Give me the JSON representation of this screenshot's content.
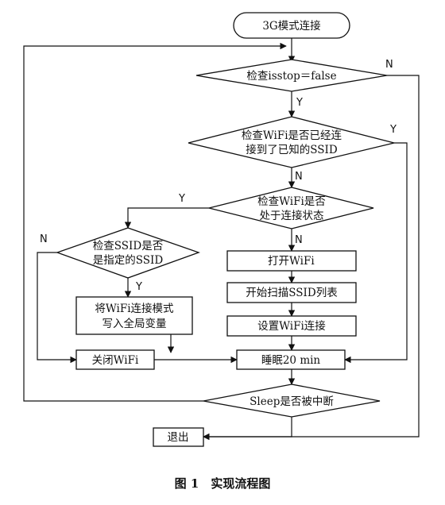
{
  "nodes": {
    "start": "3G模式连接",
    "check_isstop": "检查isstop＝false",
    "check_ssid_line1": "检查WiFi是否已经连",
    "check_ssid_line2": "接到了已知的SSID",
    "check_conn_line1": "检查WiFi是否",
    "check_conn_line2": "处于连接状态",
    "check_specified_line1": "检查SSID是否",
    "check_specified_line2": "是指定的SSID",
    "open_wifi": "打开WiFi",
    "scan_ssid": "开始扫描SSID列表",
    "write_mode_line1": "将WiFi连接模式",
    "write_mode_line2": "写入全局变量",
    "set_wifi": "设置WiFi连接",
    "close_wifi": "关闭WiFi",
    "sleep": "睡眠20 min",
    "interrupted": "Sleep是否被中断",
    "exit": "退出"
  },
  "edge_labels": {
    "isstop_no": "N",
    "isstop_yes": "Y",
    "ssid_yes": "Y",
    "ssid_no": "N",
    "conn_yes": "Y",
    "conn_no": "N",
    "specified_no": "N",
    "specified_yes": "Y"
  },
  "caption": "图 1　实现流程图"
}
